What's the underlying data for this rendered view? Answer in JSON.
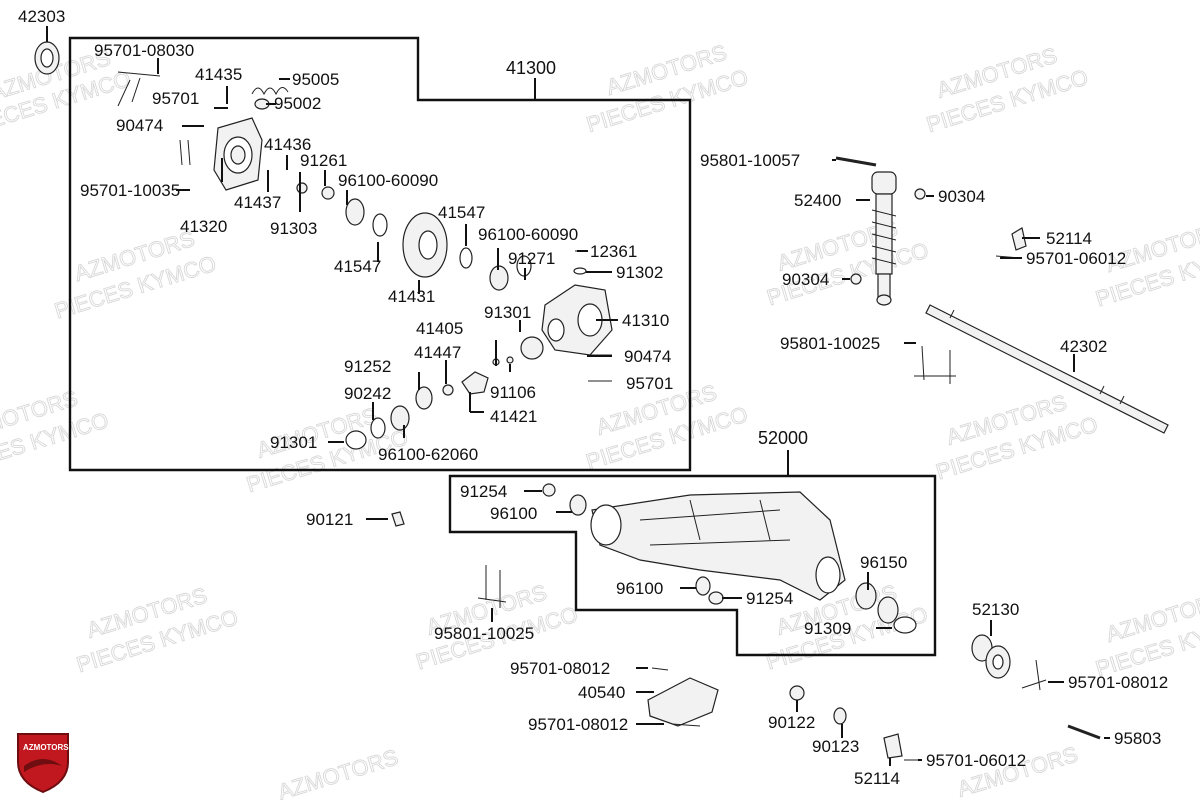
{
  "watermark": {
    "line1": "AZMOTORS",
    "line2": "PIECES KYMCO"
  },
  "logo": {
    "text": "AZMOTORS",
    "color": "#c0181e"
  },
  "group_labels": {
    "g41300": "41300",
    "g52000": "52000"
  },
  "callouts": [
    "42303",
    "95701-08030",
    "41435",
    "95005",
    "95701",
    "95002",
    "90474",
    "41436",
    "91261",
    "96100-60090",
    "95701-10035",
    "41437",
    "91303",
    "41320",
    "41547",
    "96100-60090",
    "41547",
    "12361",
    "91271",
    "91302",
    "41431",
    "91301",
    "41310",
    "41405",
    "41447",
    "90474",
    "91252",
    "90242",
    "91106",
    "95701",
    "41421",
    "91301",
    "96100-62060",
    "95801-10057",
    "52400",
    "90304",
    "52114",
    "95701-06012",
    "90304",
    "95801-10025",
    "42302",
    "91254",
    "96100",
    "90121",
    "96150",
    "96100",
    "91254",
    "91309",
    "95801-10025",
    "52130",
    "95701-08012",
    "40540",
    "95701-08012",
    "95701-08012",
    "90122",
    "90123",
    "95803",
    "95701-06012",
    "52114"
  ]
}
